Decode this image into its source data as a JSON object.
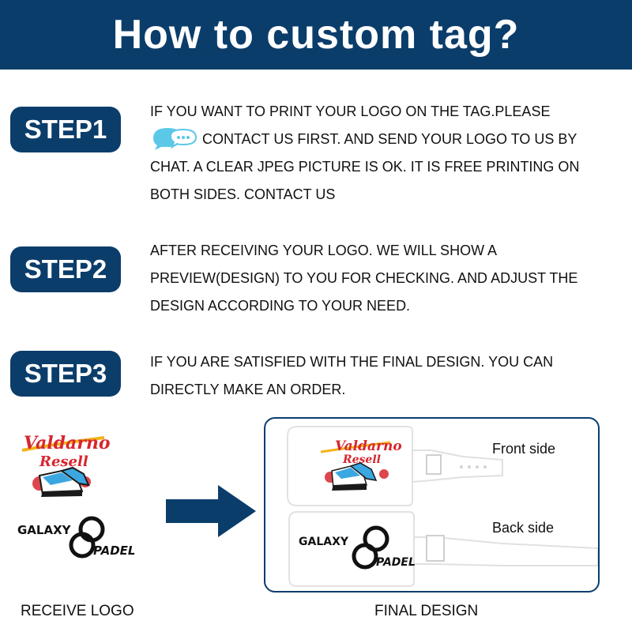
{
  "header": {
    "title": "How to custom tag?"
  },
  "steps": [
    {
      "badge": "STEP1",
      "line1": "IF YOU WANT TO PRINT YOUR LOGO ON THE TAG.PLEASE",
      "line2": "CONTACT US FIRST. AND SEND YOUR LOGO TO US BY",
      "line3": "CHAT. A CLEAR JPEG PICTURE IS OK. IT IS FREE PRINTING ON",
      "line4": "BOTH SIDES. CONTACT US"
    },
    {
      "badge": "STEP2",
      "line1": "AFTER RECEIVING YOUR LOGO. WE WILL SHOW A",
      "line2": "PREVIEW(DESIGN) TO YOU FOR CHECKING. AND ADJUST THE",
      "line3": "DESIGN ACCORDING TO YOUR NEED."
    },
    {
      "badge": "STEP3",
      "line1": "IF YOU ARE SATISFIED WITH THE FINAL DESIGN. YOU CAN",
      "line2": "DIRECTLY MAKE AN ORDER."
    }
  ],
  "logos": {
    "valdarno_line1": "Valdarno",
    "valdarno_line2": "Resell",
    "galaxy_word1": "GALAXY",
    "galaxy_word2": "PADEL"
  },
  "final": {
    "front_label": "Front side",
    "back_label": "Back side"
  },
  "captions": {
    "receive": "RECEIVE LOGO",
    "final": "FINAL DESIGN"
  },
  "colors": {
    "brand": "#0b3d6b",
    "chat_icon": "#5bc8e8",
    "valdarno_red": "#d7262e",
    "valdarno_yellow": "#f2b21b"
  },
  "icons": {
    "chat": "chat-bubble-icon",
    "arrow": "right-arrow-icon"
  }
}
